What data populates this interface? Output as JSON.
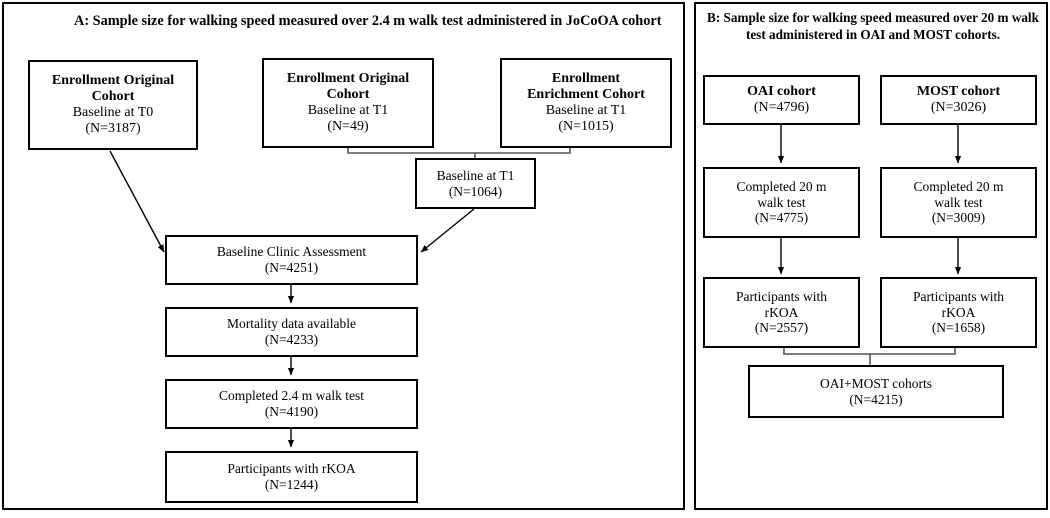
{
  "panels": {
    "a": {
      "title": "A: Sample size for walking speed measured over 2.4 m walk test administered in JoCoOA cohort",
      "nodes": {
        "enroll_orig_t0": {
          "l1": "Enrollment Original",
          "l2": "Cohort",
          "l3": "Baseline at T0",
          "l4": "(N=3187)"
        },
        "enroll_orig_t1": {
          "l1": "Enrollment Original",
          "l2": "Cohort",
          "l3": "Baseline at T1",
          "l4": "(N=49)"
        },
        "enroll_enrich_t1": {
          "l1": "Enrollment",
          "l2": "Enrichment Cohort",
          "l3": "Baseline at T1",
          "l4": "(N=1015)"
        },
        "baseline_t1_merged": {
          "l1": "Baseline at T1",
          "l2": "(N=1064)"
        },
        "baseline_clinic": {
          "l1": "Baseline Clinic Assessment",
          "l2": "(N=4251)"
        },
        "mortality": {
          "l1": "Mortality data available",
          "l2": "(N=4233)"
        },
        "completed_walk": {
          "l1": "Completed 2.4 m walk test",
          "l2": "(N=4190)"
        },
        "participants_rkoa": {
          "l1": "Participants with rKOA",
          "l2": "(N=1244)"
        }
      }
    },
    "b": {
      "title": "B: Sample size for walking speed measured over 20 m walk test administered in OAI and MOST cohorts.",
      "nodes": {
        "oai_cohort": {
          "l1": "OAI cohort",
          "l2": "(N=4796)"
        },
        "most_cohort": {
          "l1": "MOST cohort",
          "l2": "(N=3026)"
        },
        "oai_completed": {
          "l1": "Completed 20 m",
          "l2": "walk test",
          "l3": "(N=4775)"
        },
        "most_completed": {
          "l1": "Completed 20 m",
          "l2": "walk test",
          "l3": "(N=3009)"
        },
        "oai_rkoa": {
          "l1": "Participants with",
          "l2": "rKOA",
          "l3": "(N=2557)"
        },
        "most_rkoa": {
          "l1": "Participants with",
          "l2": "rKOA",
          "l3": "(N=1658)"
        },
        "combined": {
          "l1": "OAI+MOST cohorts",
          "l2": "(N=4215)"
        }
      }
    }
  },
  "colors": {
    "stroke": "#000000",
    "bracket": "#555555",
    "background": "#ffffff"
  }
}
